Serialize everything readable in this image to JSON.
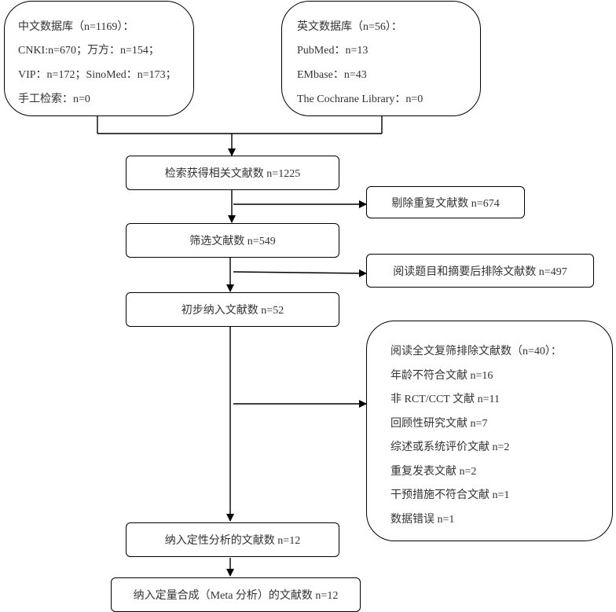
{
  "cn_db": {
    "line1": "中文数据库（n=1169）：",
    "line2": "CNKI:n=670；万方：n=154；",
    "line3": "VIP：n=172；SinoMed：n=173；",
    "line4": "手工检索：n=0"
  },
  "en_db": {
    "line1": "英文数据库（n=56）：",
    "line2": "PubMed：n=13",
    "line3": "EMbase：n=43",
    "line4": "The Cochrane Library：n=0"
  },
  "retrieved": "检索获得相关文献数 n=1225",
  "duplicates_removed": "剔除重复文献数 n=674",
  "screened": "筛选文献数 n=549",
  "excluded_title_abstract": "阅读题目和摘要后排除文献数 n=497",
  "initially_included": "初步纳入文献数 n=52",
  "fulltext_excluded": {
    "header": "阅读全文复筛排除文献数（n=40）：",
    "items": [
      "年龄不符合文献 n=16",
      "非 RCT/CCT 文献 n=11",
      "回顾性研究文献 n=7",
      "综述或系统评价文献 n=2",
      "重复发表文献 n=2",
      "干预措施不符合文献 n=1",
      "数据错误 n=1"
    ]
  },
  "qualitative": "纳入定性分析的文献数 n=12",
  "quantitative": "纳入定量合成（Meta 分析）的文献数 n=12"
}
